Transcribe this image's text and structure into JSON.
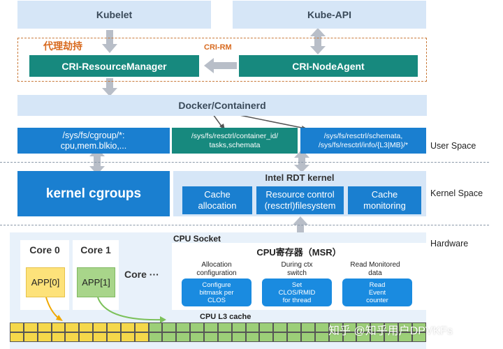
{
  "top": {
    "kubelet": "Kubelet",
    "kube_api": "Kube-API"
  },
  "proxy": {
    "label": "代理劫持",
    "cri_rm": "CRI-RM"
  },
  "cri": {
    "resource_manager": "CRI-ResourceManager",
    "node_agent": "CRI-NodeAgent"
  },
  "docker": "Docker/Containerd",
  "userspace": {
    "cgroup_line1": "/sys/fs/cgroup/*:",
    "cgroup_line2": "cpu,mem.blkio,...",
    "resctrl_line1": "/sys/fs/resctrl/container_id/",
    "resctrl_line2": "tasks,schemata",
    "schemata_line1": "/sys/fs/resctrl/schemata,",
    "schemata_line2": "/sys/fs/resctrl/info/{L3|MB}/*"
  },
  "kernel": {
    "cgroups": "kernel cgroups",
    "rdt_title": "Intel RDT kernel",
    "cache_alloc_1": "Cache",
    "cache_alloc_2": "allocation",
    "resctrl_1": "Resource control",
    "resctrl_2": "(resctrl)filesystem",
    "cache_mon_1": "Cache",
    "cache_mon_2": "monitoring"
  },
  "labels": {
    "user_space": "User Space",
    "kernel_space": "Kernel Space",
    "hardware": "Hardware"
  },
  "hardware": {
    "core0": "Core 0",
    "core1": "Core 1",
    "core_more": "Core ···",
    "app0": "APP[0]",
    "app1": "APP[1]",
    "cpu_socket": "CPU Socket",
    "msr_title": "CPU寄存器（MSR）",
    "col1_h1": "Allocation",
    "col1_h2": "configuration",
    "col2_h1": "During ctx",
    "col2_h2": "switch",
    "col3_h1": "Read Monitored",
    "col3_h2": "data",
    "box1_l1": "Configure",
    "box1_l2": "bitmask per",
    "box1_l3": "CLOS",
    "box2_l1": "Set",
    "box2_l2": "CLOS/RMID",
    "box2_l3": "for thread",
    "box3_l1": "Read",
    "box3_l2": "Event",
    "box3_l3": "counter",
    "l3_cache": "CPU L3 cache"
  },
  "watermark": "知乎 @知乎用户DPVKFs",
  "colors": {
    "teal": "#17897e",
    "blue": "#1a7fd0",
    "light_blue": "#d6e6f7",
    "arrow_gray": "#b8bec8",
    "proxy_dashed": "#c97a3a",
    "app0_yellow": "#fde27a",
    "app1_green": "#a8d58a",
    "cache_yellow": "#f5d84a",
    "cache_green": "#9ccf78"
  }
}
